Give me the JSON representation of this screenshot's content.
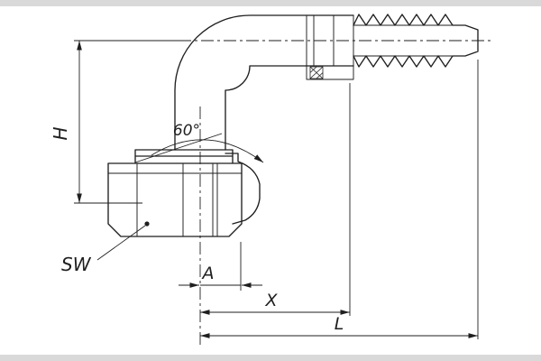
{
  "drawing": {
    "background": "#ffffff",
    "frame_band_color": "#d9d9d9",
    "line_color": "#1f1f1f",
    "labels": {
      "height": "H",
      "wrench_size": "SW",
      "cone_angle": "60°",
      "dim_a": "A",
      "dim_x": "X",
      "dim_l": "L"
    }
  }
}
